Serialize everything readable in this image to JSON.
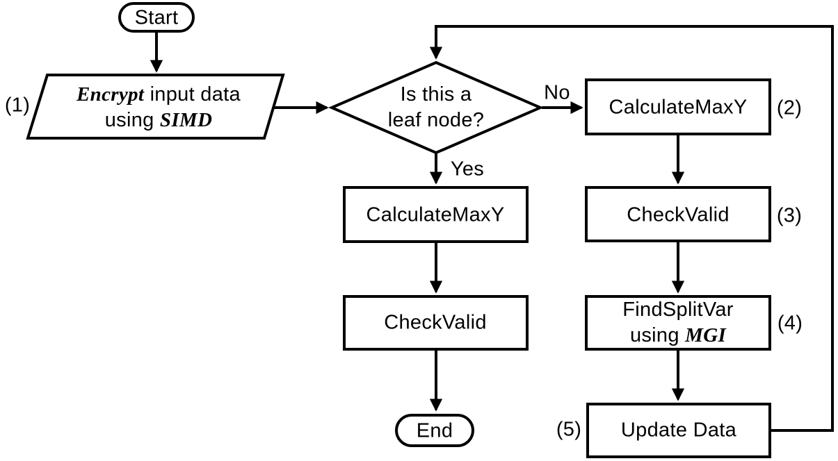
{
  "flowchart": {
    "start": {
      "label": "Start"
    },
    "end": {
      "label": "End"
    },
    "encrypt": {
      "number": "(1)",
      "line1_em": "Encrypt",
      "line1_rest": " input data",
      "line2_rest": "using ",
      "line2_em": "SIMD"
    },
    "decision": {
      "line1": "Is this a",
      "line2": "leaf node?",
      "yes_label": "Yes",
      "no_label": "No"
    },
    "mid_calculate": {
      "label": "CalculateMaxY"
    },
    "mid_checkvalid": {
      "label": "CheckValid"
    },
    "right_calculate": {
      "number": "(2)",
      "label": "CalculateMaxY"
    },
    "right_checkvalid": {
      "number": "(3)",
      "label": "CheckValid"
    },
    "findsplit": {
      "number": "(4)",
      "line1": "FindSplitVar",
      "line2_rest": "using ",
      "line2_em": "MGI"
    },
    "update": {
      "number": "(5)",
      "label": "Update Data"
    },
    "edges": [
      {
        "from": "Start",
        "to": "Encrypt input data using SIMD"
      },
      {
        "from": "Encrypt input data using SIMD",
        "to": "Is this a leaf node?"
      },
      {
        "from": "Is this a leaf node?",
        "to": "CalculateMaxY (2)",
        "label": "No"
      },
      {
        "from": "Is this a leaf node?",
        "to": "CalculateMaxY",
        "label": "Yes"
      },
      {
        "from": "CalculateMaxY",
        "to": "CheckValid"
      },
      {
        "from": "CheckValid",
        "to": "End"
      },
      {
        "from": "CalculateMaxY (2)",
        "to": "CheckValid (3)"
      },
      {
        "from": "CheckValid (3)",
        "to": "FindSplitVar using MGI (4)"
      },
      {
        "from": "FindSplitVar using MGI (4)",
        "to": "Update Data (5)"
      },
      {
        "from": "Update Data (5)",
        "to": "Is this a leaf node?"
      }
    ],
    "colors": {
      "stroke": "#000000",
      "background": "#ffffff",
      "text": "#000000"
    }
  }
}
